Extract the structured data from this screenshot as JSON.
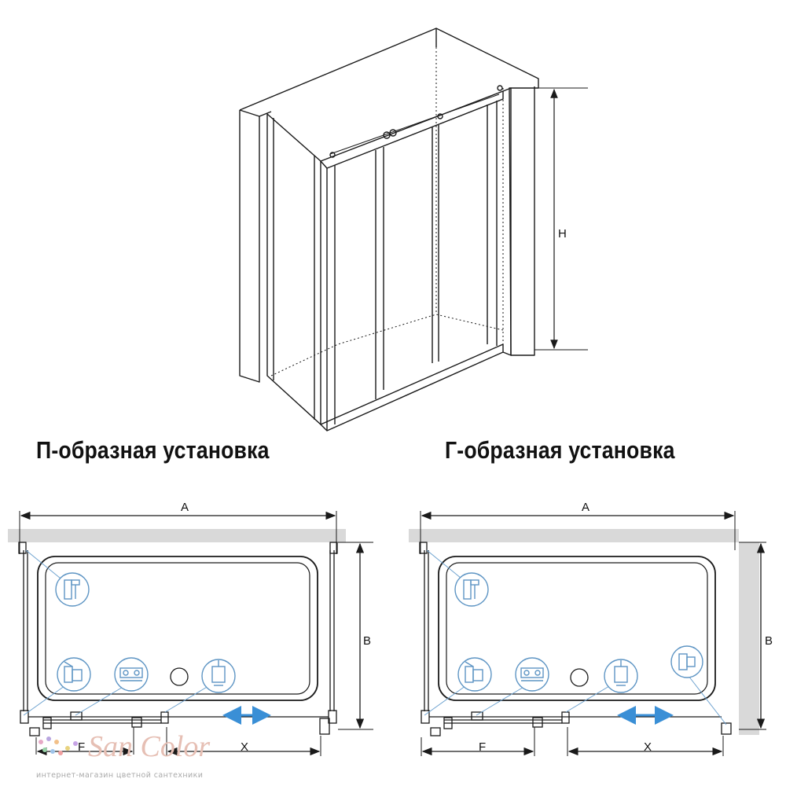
{
  "top_view": {
    "height_label": "H"
  },
  "captions": {
    "u_shape": "П-образная установка",
    "l_shape": "Г-образная установка"
  },
  "u_plan": {
    "width_label": "A",
    "depth_label": "B",
    "fixed_label": "F",
    "opening_label": "X"
  },
  "l_plan": {
    "width_label": "A",
    "depth_label": "B",
    "fixed_label": "F",
    "opening_label": "X"
  },
  "watermark": {
    "brand": "San Color",
    "subtitle": "интернет-магазин цветной сантехники"
  },
  "colors": {
    "line": "#1a1a1a",
    "wall_fill": "#d9d9d9",
    "callout": "#6fa3d0",
    "arrow": "#3a8fd6",
    "brand": "#e6bfb4"
  },
  "icons": [
    "wall-profile-icon",
    "glass-clamp-icon",
    "roller-carriage-icon",
    "door-handle-icon",
    "corner-bracket-icon",
    "drain-icon",
    "sliding-direction-arrow-icon"
  ]
}
